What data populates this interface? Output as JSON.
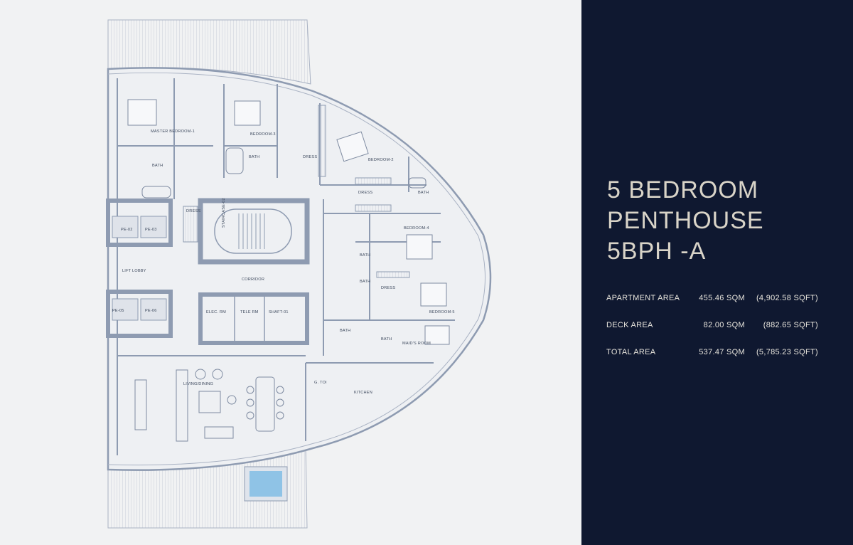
{
  "plan": {
    "rooms": {
      "master_bedroom": "MASTER BEDROOM-1",
      "bedroom_3": "BEDROOM-3",
      "bedroom_2": "BEDROOM-2",
      "bedroom_4": "BEDROOM-4",
      "bedroom_5": "BEDROOM-5",
      "bath": "BATH",
      "dress": "DRESS",
      "pe_02": "PE-02",
      "pe_03": "PE-03",
      "pe_05": "PE-05",
      "pe_06": "PE-06",
      "staircase": "STAIRCASE-02",
      "corridor": "CORRIDOR",
      "lift_lobby": "LIFT LOBBY",
      "elec_rm": "ELEC. RM",
      "tele_rm": "TELE RM",
      "shaft": "SHAFT-01",
      "maids_room": "MAID'S ROOM",
      "living_dining": "LIVING/DINING",
      "kitchen": "KITCHEN",
      "g_toi": "G. TOI"
    },
    "colors": {
      "background": "#f1f2f3",
      "wall": "#8e9bb1",
      "core_fill": "#9aa7bc",
      "pool": "#8fc3e6"
    }
  },
  "panel": {
    "background": "#0f1830",
    "title_lines": [
      "5 BEDROOM",
      "PENTHOUSE",
      "5BPH -A"
    ],
    "areas": [
      {
        "label": "APARTMENT AREA",
        "sqm": "455.46 SQM",
        "sqft": "(4,902.58 SQFT)"
      },
      {
        "label": "DECK AREA",
        "sqm": "82.00 SQM",
        "sqft": "(882.65 SQFT)"
      },
      {
        "label": "TOTAL AREA",
        "sqm": "537.47 SQM",
        "sqft": "(5,785.23 SQFT)"
      }
    ]
  }
}
